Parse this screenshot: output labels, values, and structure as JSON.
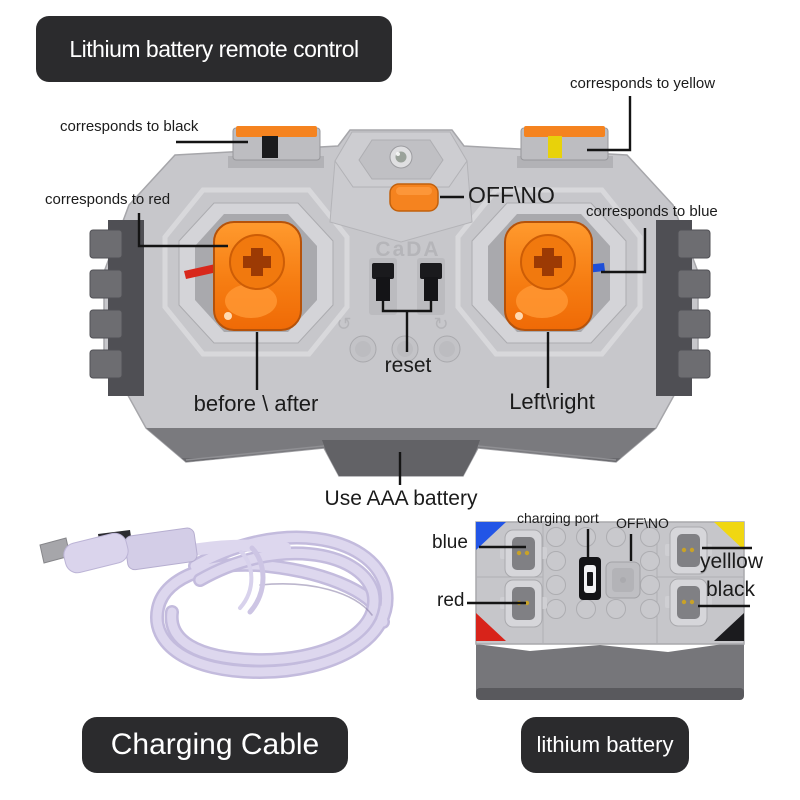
{
  "title": "Lithium battery remote control",
  "remote": {
    "brand": "CaDA",
    "callout_yellow": "corresponds to yellow",
    "callout_black": "corresponds to black",
    "callout_red": "corresponds to red",
    "callout_blue": "corresponds to blue",
    "power_label": "OFF\\NO",
    "reset_label": "reset",
    "left_stick_label": "before \\ after",
    "right_stick_label": "Left\\right",
    "battery_note": "Use AAA battery",
    "icons": {
      "reset_ccw": "↺",
      "reset_cw": "↻"
    }
  },
  "battery_box": {
    "caption": "lithium battery",
    "charging_port_label": "charging port",
    "power_label": "OFF\\NO",
    "blue_label": "blue",
    "yellow_label": "yelllow",
    "black_label": "black",
    "red_label": "red"
  },
  "cable": {
    "caption": "Charging Cable"
  },
  "colors": {
    "caption_bg": "#2b2b2d",
    "caption_text": "#ffffff",
    "callout_line": "#141414",
    "accent_orange": "#f5831f",
    "body_gray": "#c7c7cb",
    "dark_gray": "#6e6e72",
    "stripe_black": "#1c1c1e",
    "stripe_yellow": "#e8d20a",
    "stripe_red": "#d8271b",
    "stripe_blue": "#1e4fd8"
  }
}
